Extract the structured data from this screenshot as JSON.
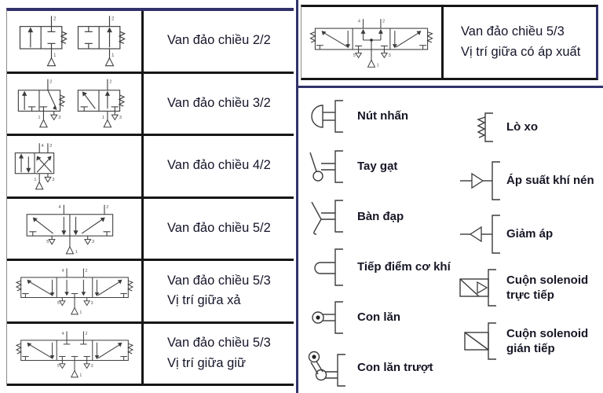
{
  "pn": {
    "p1": "1",
    "p2": "2",
    "p3": "3",
    "p4": "4",
    "p5": "5"
  },
  "colors": {
    "navy": "#32326b",
    "line": "#161616",
    "symbol": "#3c3c3c"
  },
  "left_table": {
    "rows": [
      {
        "label": {
          "l1": "Van đảo chiều 2/2"
        }
      },
      {
        "label": {
          "l1": "Van đảo chiều 3/2"
        }
      },
      {
        "label": {
          "l1": "Van đảo chiều 4/2"
        }
      },
      {
        "label": {
          "l1": "Van đảo chiều 5/2"
        }
      },
      {
        "label": {
          "l1": "Van đảo chiều 5/3",
          "l2": "Vị trí giữa xả"
        }
      },
      {
        "label": {
          "l1": "Van đảo chiều 5/3",
          "l2": "Vị trí giữa giữ"
        }
      }
    ]
  },
  "right_table": {
    "label": {
      "l1": "Van đảo chiều 5/3",
      "l2": "Vị trí giữa có áp xuất"
    }
  },
  "legend": {
    "left": [
      {
        "label": "Nút nhấn"
      },
      {
        "label": "Tay gạt"
      },
      {
        "label": "Bàn đạp"
      },
      {
        "label": "Tiếp điểm cơ khí"
      },
      {
        "label": "Con lăn"
      },
      {
        "label": "Con lăn trượt"
      }
    ],
    "right": [
      {
        "label": {
          "l1": "Lò xo"
        }
      },
      {
        "label": {
          "l1": "Áp suất khí nén"
        }
      },
      {
        "label": {
          "l1": "Giảm áp"
        }
      },
      {
        "label": {
          "l1": "Cuộn solenoid",
          "l2": "trực tiếp"
        }
      },
      {
        "label": {
          "l1": "Cuộn solenoid",
          "l2": "gián tiếp"
        }
      }
    ]
  }
}
